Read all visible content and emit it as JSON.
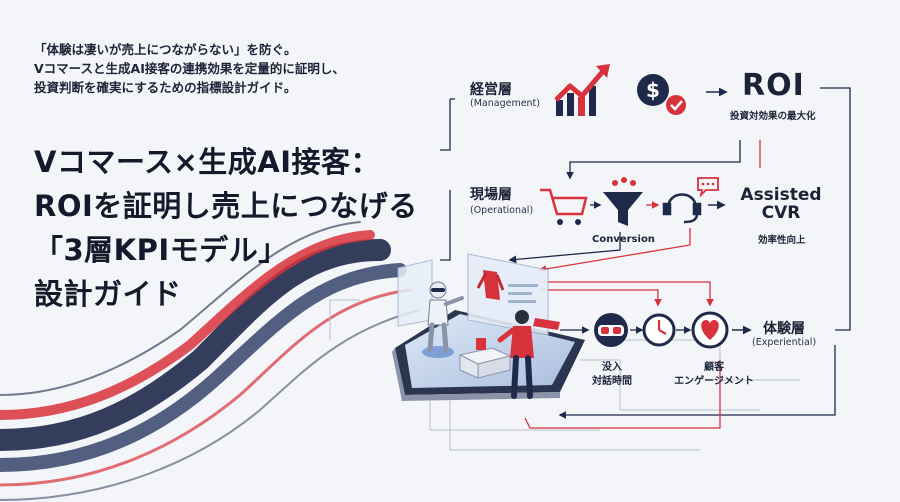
{
  "intro": {
    "lines": [
      "「体験は凄いが売上につながらない」を防ぐ。",
      "Vコマースと生成AI接客の連携効果を定量的に証明し、",
      "投資判断を確実にするための指標設計ガイド。"
    ]
  },
  "title": {
    "lines": [
      "Vコマース×生成AI接客：",
      "ROIを証明し売上につなげる",
      "「3層KPIモデル」",
      "設計ガイド"
    ]
  },
  "management": {
    "label": "経営層",
    "label_en": "(Management)",
    "result": "ROI",
    "result_sub": "投資対効果の最大化"
  },
  "operational": {
    "label": "現場層",
    "label_en": "(Operational)",
    "funnel_label": "Conversion",
    "result_line1": "Assisted",
    "result_line2": "CVR",
    "result_sub": "効率性向上"
  },
  "experiential": {
    "label": "体験層",
    "label_en": "(Experiential)",
    "metric1_line1": "没入",
    "metric1_line2": "対話時間",
    "metric2_line1": "顧客",
    "metric2_line2": "エンゲージメント"
  },
  "colors": {
    "navy": "#1f2a4a",
    "red": "#d8323c",
    "background": "#f3f5f8"
  },
  "icons": [
    "growth-chart-icon",
    "dollar-coin-icon",
    "checkmark-icon",
    "shopping-cart-icon",
    "funnel-icon",
    "headset-icon",
    "chat-bubble-icon",
    "vr-headset-icon",
    "clock-icon",
    "heart-icon",
    "ai-robot-icon",
    "tablet-icon",
    "shopper-figure-icon"
  ]
}
